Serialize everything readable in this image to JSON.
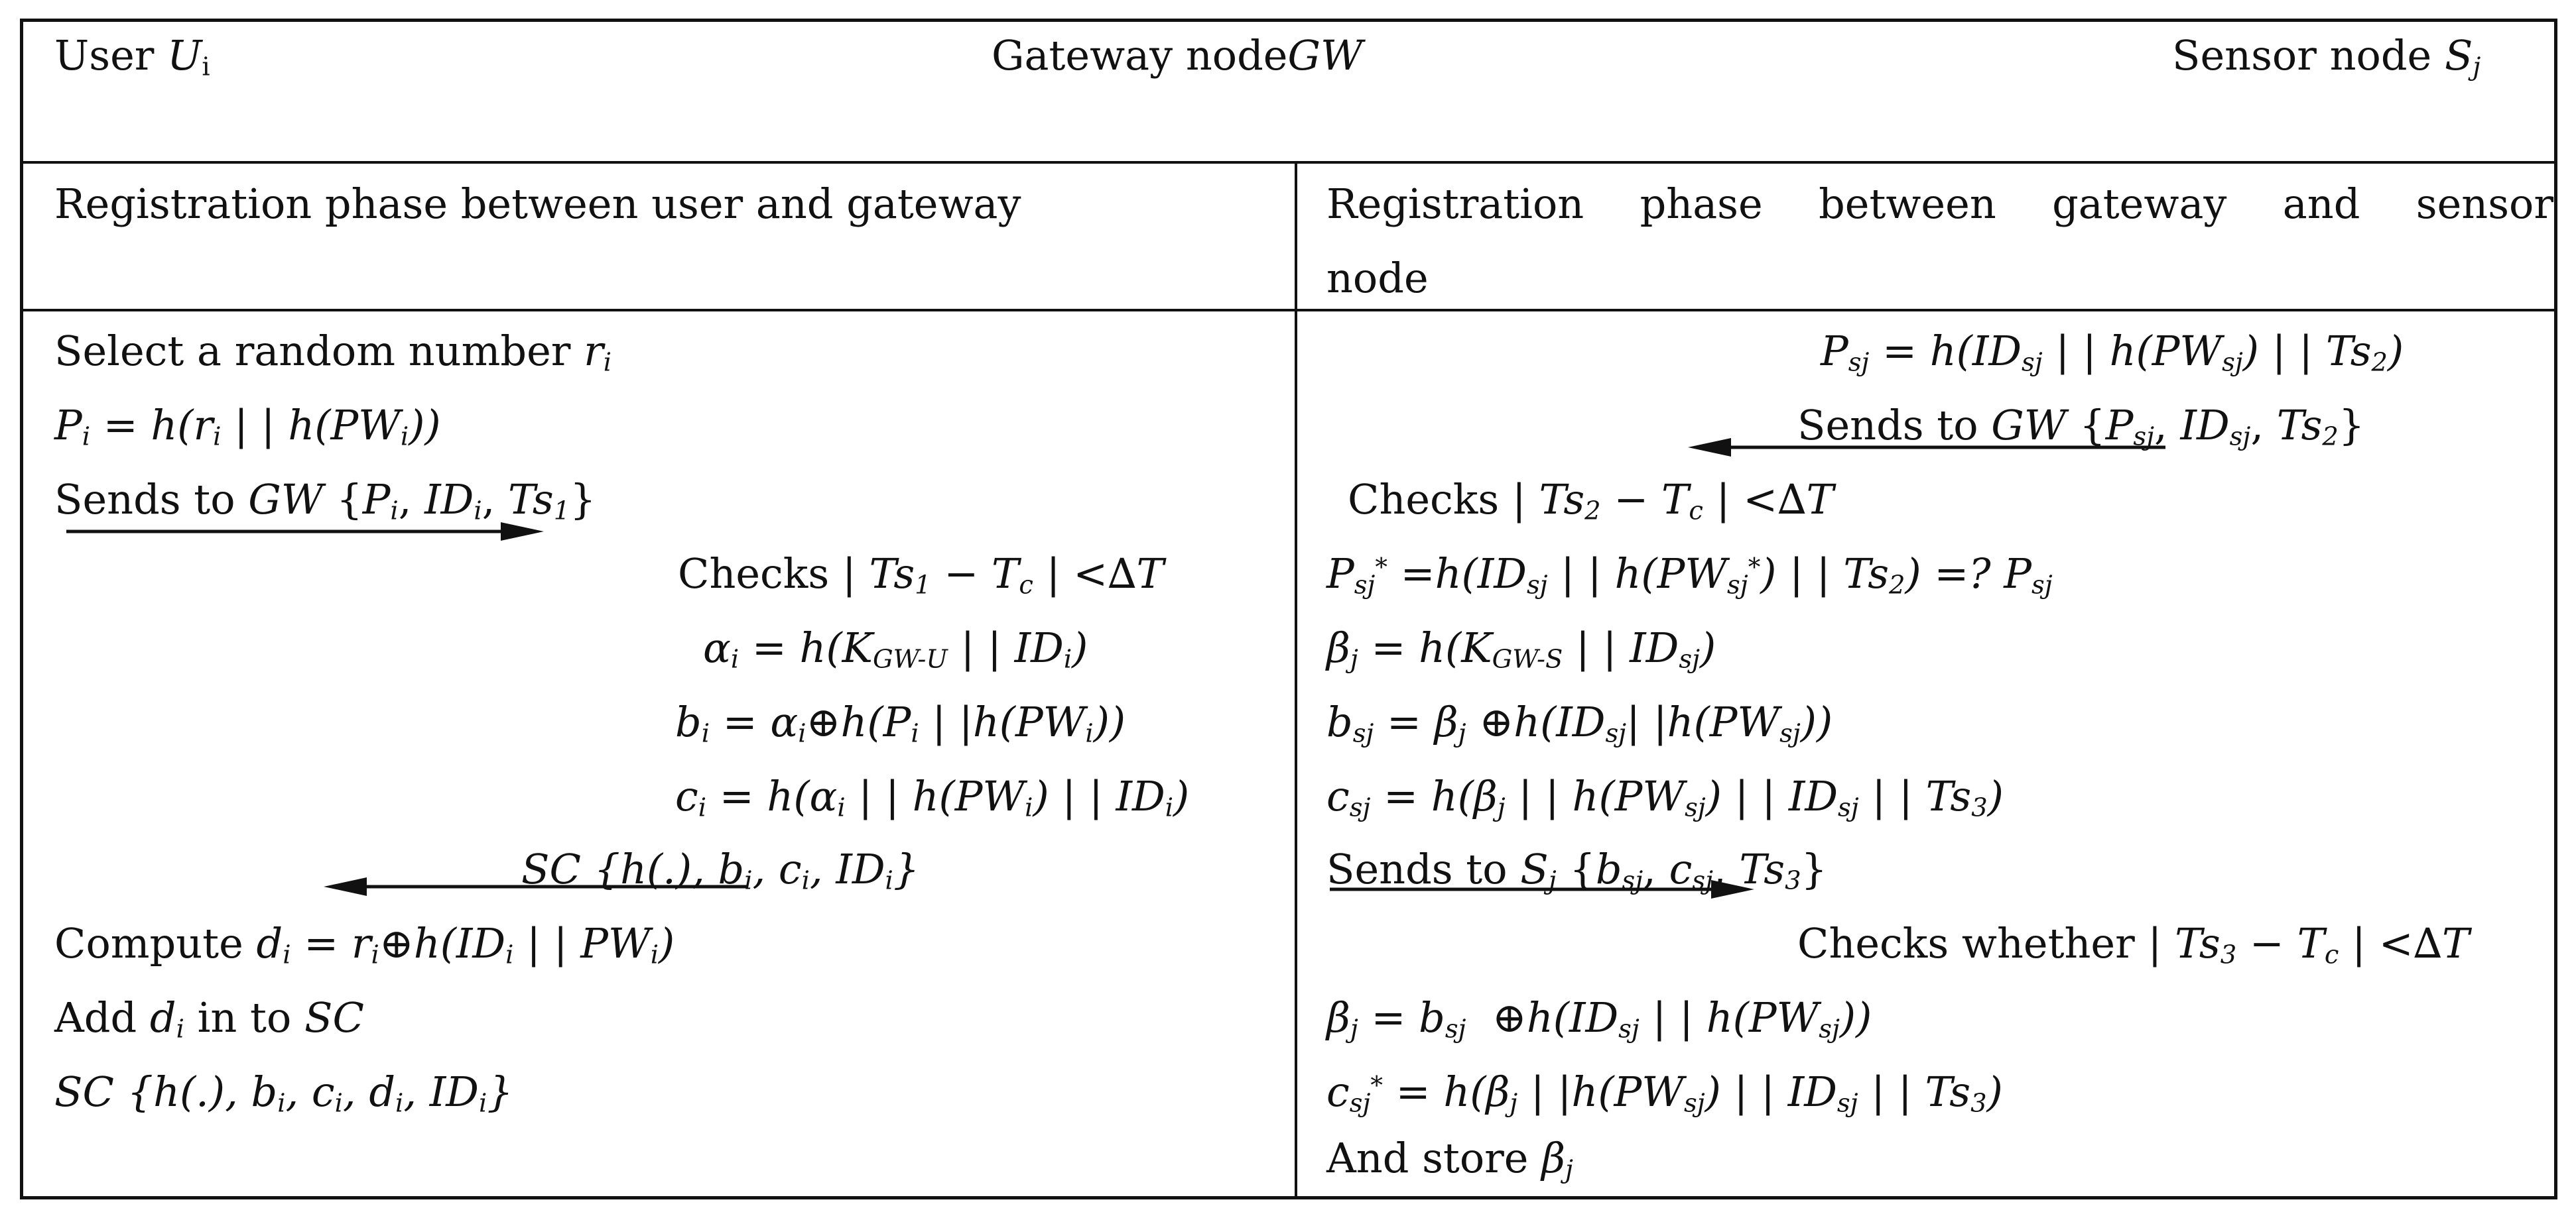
{
  "header": {
    "user": {
      "prefix": "User ",
      "var": "U",
      "sub": "i"
    },
    "gateway": {
      "prefix": "Gateway node",
      "var": "GW"
    },
    "sensor": {
      "prefix": "Sensor node ",
      "var": "S",
      "sub": "j"
    }
  },
  "phases": {
    "left_title": "Registration phase between user and gateway",
    "right_title_line1": "Registration phase between gateway and sensor",
    "right_title_line2": "node"
  },
  "left": {
    "l1": "Select a random number ",
    "sends1": "Sends to ",
    "checks1": "Checks |",
    "compute": "Compute ",
    "add_pre": "Add ",
    "add_mid": " in to ",
    "sc_var": "SC"
  },
  "right": {
    "sends2": "Sends to ",
    "checks2": "Checks |",
    "sends3": "Sends to ",
    "checks3": "Checks whether |",
    "store": "And store "
  }
}
